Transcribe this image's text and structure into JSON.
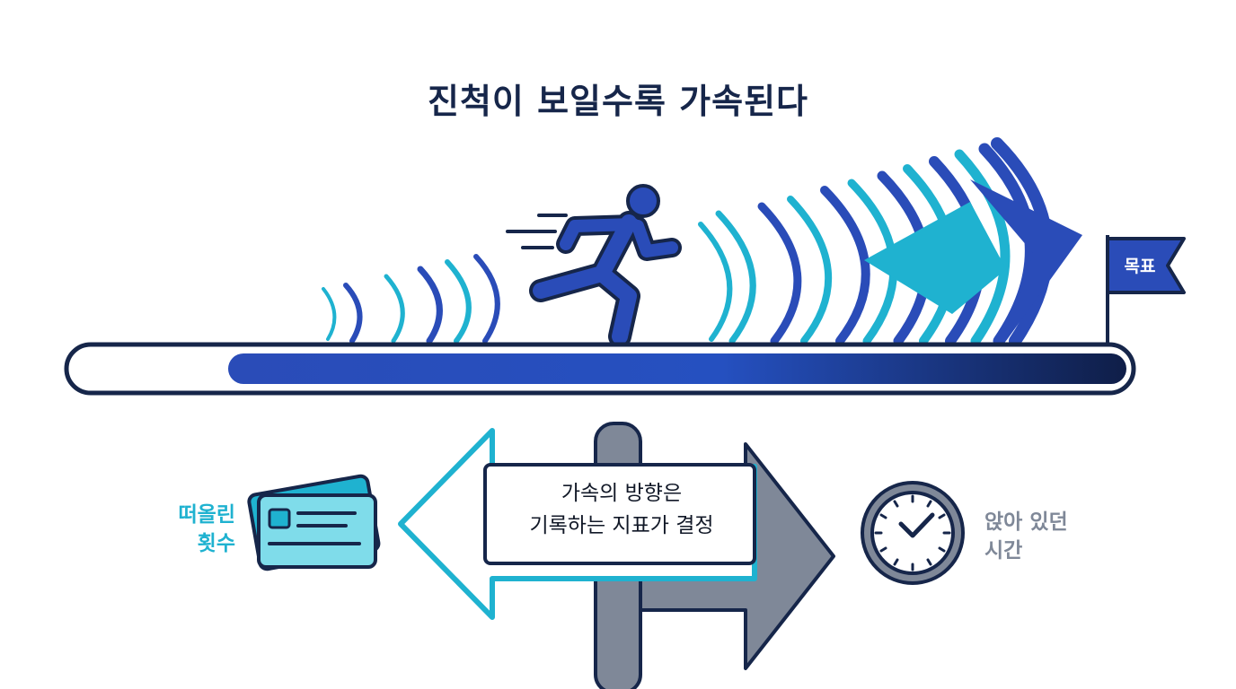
{
  "title": "진척이 보일수록 가속된다",
  "goal": {
    "label": "목표"
  },
  "progress": {
    "fraction": 1.0
  },
  "signpost": {
    "line1": "가속의 방향은",
    "line2": "기록하는 지표가 결정"
  },
  "left_metric": {
    "line1": "떠올린",
    "line2": "횟수"
  },
  "right_metric": {
    "line1": "앉아 있던",
    "line2": "시간"
  },
  "colors": {
    "navy": "#16264a",
    "blue": "#2a4cb8",
    "cyan": "#1fb2d0",
    "gray": "#7f8898"
  },
  "icons": [
    "runner-icon",
    "goal-flag-icon",
    "cards-icon",
    "clock-icon",
    "left-arrow-sign",
    "right-arrow-sign"
  ]
}
